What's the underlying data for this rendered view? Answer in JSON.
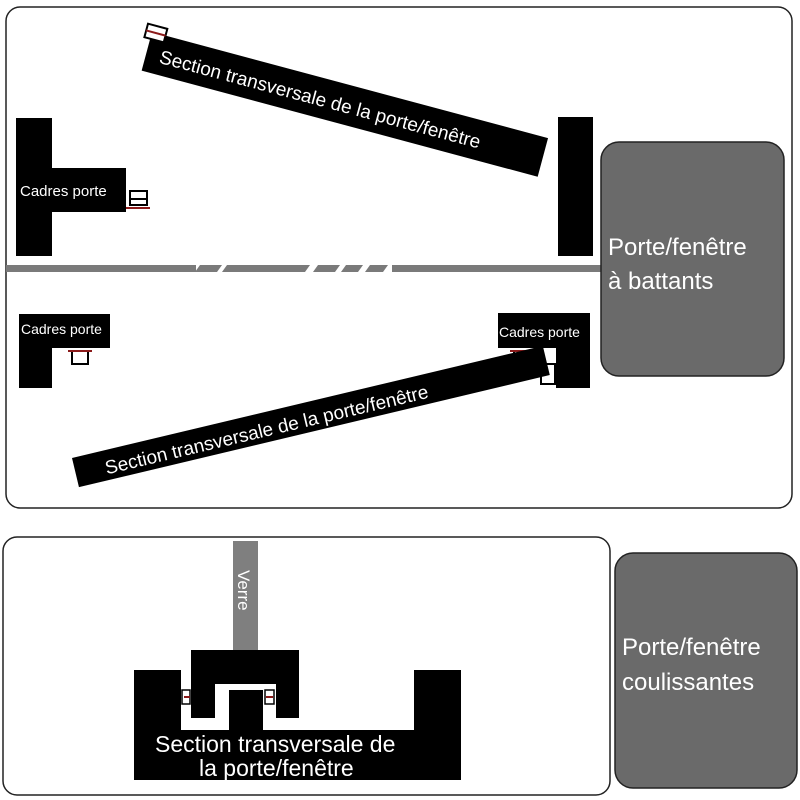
{
  "swing_panel": {
    "top_sash_label": "Section transversale de la porte/fenêtre",
    "bottom_sash_label": "Section transversale de la porte/fenêtre",
    "frame_label_top_left": "Cadres porte",
    "frame_label_bottom_left": "Cadres porte",
    "frame_label_bottom_right": "Cadres porte"
  },
  "swing_tag": {
    "line1": "Porte/fenêtre",
    "line2": "à battants"
  },
  "sliding_panel": {
    "glass_label": "Verre",
    "section_line1": "Section transversale de",
    "section_line2": "la porte/fenêtre"
  },
  "sliding_tag": {
    "line1": "Porte/fenêtre",
    "line2": "coulissantes"
  },
  "colors": {
    "profile": "#000000",
    "tag_fill": "#6a6a6a",
    "divider": "#7a7a7a",
    "glass": "#7f7f7f",
    "gasket": "#8b1a1a",
    "panel_border": "#222222"
  }
}
